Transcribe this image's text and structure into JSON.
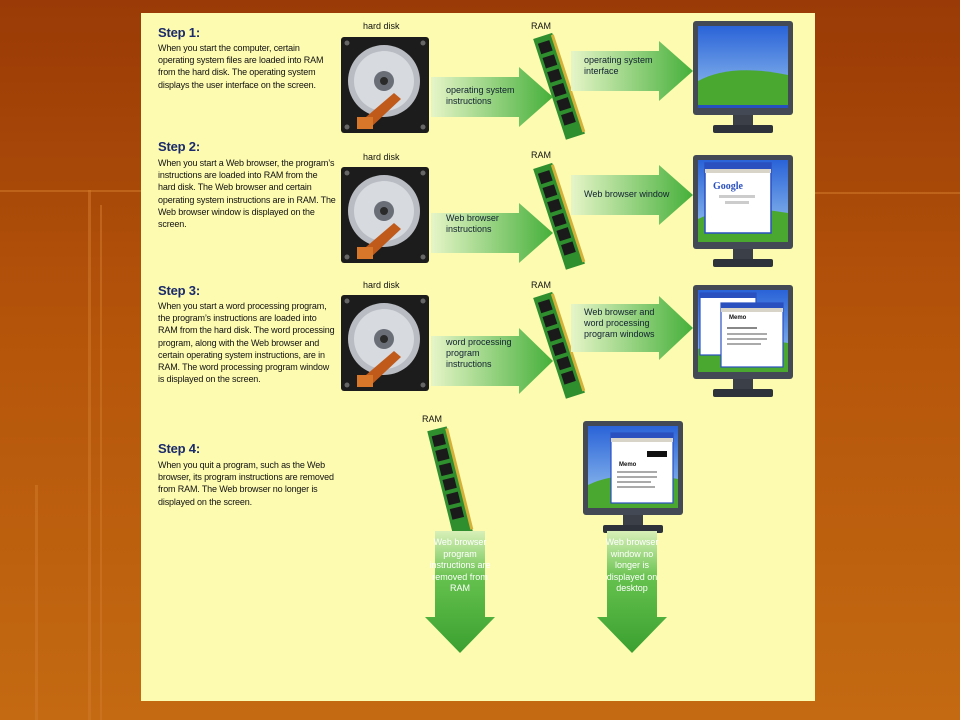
{
  "steps": [
    {
      "title": "Step 1:",
      "description": "When you start the computer, certain operating system files are loaded into RAM from the hard disk. The operating system displays the user interface on the screen.",
      "disk_label": "hard disk",
      "ram_label": "RAM",
      "arrow1_text": "operating system instructions",
      "arrow2_text": "operating system interface"
    },
    {
      "title": "Step 2:",
      "description": "When you start a Web browser, the program’s instructions are loaded into RAM from the hard disk. The Web browser and certain operating system instructions are in RAM. The Web browser window is displayed on the screen.",
      "disk_label": "hard disk",
      "ram_label": "RAM",
      "arrow1_text": "Web browser instructions",
      "arrow2_text": "Web browser window"
    },
    {
      "title": "Step 3:",
      "description": "When you start a word processing program, the program’s instructions are loaded into RAM from the hard disk. The word processing program, along with the Web browser and certain operating system instructions, are in RAM. The word processing program window is displayed on the screen.",
      "disk_label": "hard disk",
      "ram_label": "RAM",
      "arrow1_text": "word processing program instructions",
      "arrow2_text": "Web browser and word processing program windows"
    },
    {
      "title": "Step 4:",
      "description": "When you quit a program, such as the Web browser, its program instructions are removed from RAM. The Web browser no longer is displayed on the screen.",
      "ram_label": "RAM",
      "down1_text": "Web browser program instructions are removed from RAM",
      "down2_text": "Web browser window no longer is displayed on desktop"
    }
  ],
  "screens": {
    "google_logo": "Google",
    "memo_title": "Memo"
  },
  "colors": {
    "panel": "#fdfbb0",
    "title": "#1a2a6a",
    "arrow": "#5cc04a",
    "ram_board": "#2f8f2f",
    "ram_chip": "#1a1a1a"
  }
}
